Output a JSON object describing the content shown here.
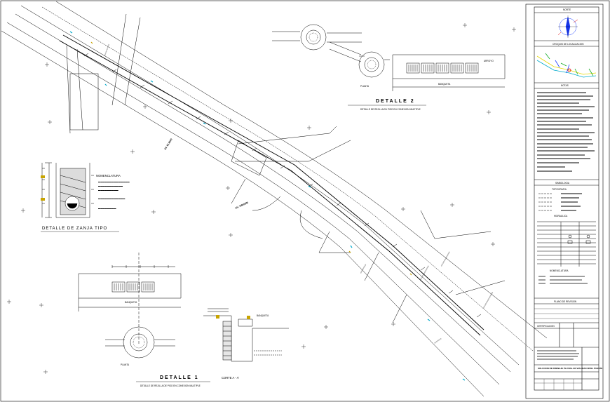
{
  "drawing": {
    "detail2": {
      "title": "DETALLE 2",
      "subtitle": "DETALLE DE REJILLA EN PISO EN CONEXION MULTIPLE",
      "plan_label": "PLANTA",
      "street_label": "BANQUETA",
      "arroyo_label": "ARROYO"
    },
    "detail1": {
      "title": "DETALLE 1",
      "subtitle": "DETALLE DE REJILLA DE PISO EN CONEXION MULTIPLE",
      "plan_label": "PLANTA",
      "street_label": "BANQUETA"
    },
    "trench": {
      "title": "DETALLE DE ZANJA TIPO",
      "legend_title": "NOMENCLATURA"
    },
    "section": {
      "title": "CORTE A - A'",
      "street_label": "BANQUETA"
    },
    "street_labels": [
      "AV. ELIGIO",
      "AV. VIRGEN"
    ]
  },
  "title_block": {
    "north_label": "NORTE",
    "location_label": "CROQUIS DE LOCALIZACION",
    "notes_label": "NOTAS",
    "symbology_label": "SIMBOLOGIA",
    "topography_label": "TOPOGRAFIA",
    "hydraulic_label": "HIDRAULICA",
    "nomenclature_label": "NOMENCLATURA",
    "approval_label": "PLANO DE REVISION",
    "certification_label": "CERTIFICACION",
    "project_title": "SOLUCION DE DRENAJE PLUVIAL EN VIALIDAD NIVEL PUENTE"
  }
}
